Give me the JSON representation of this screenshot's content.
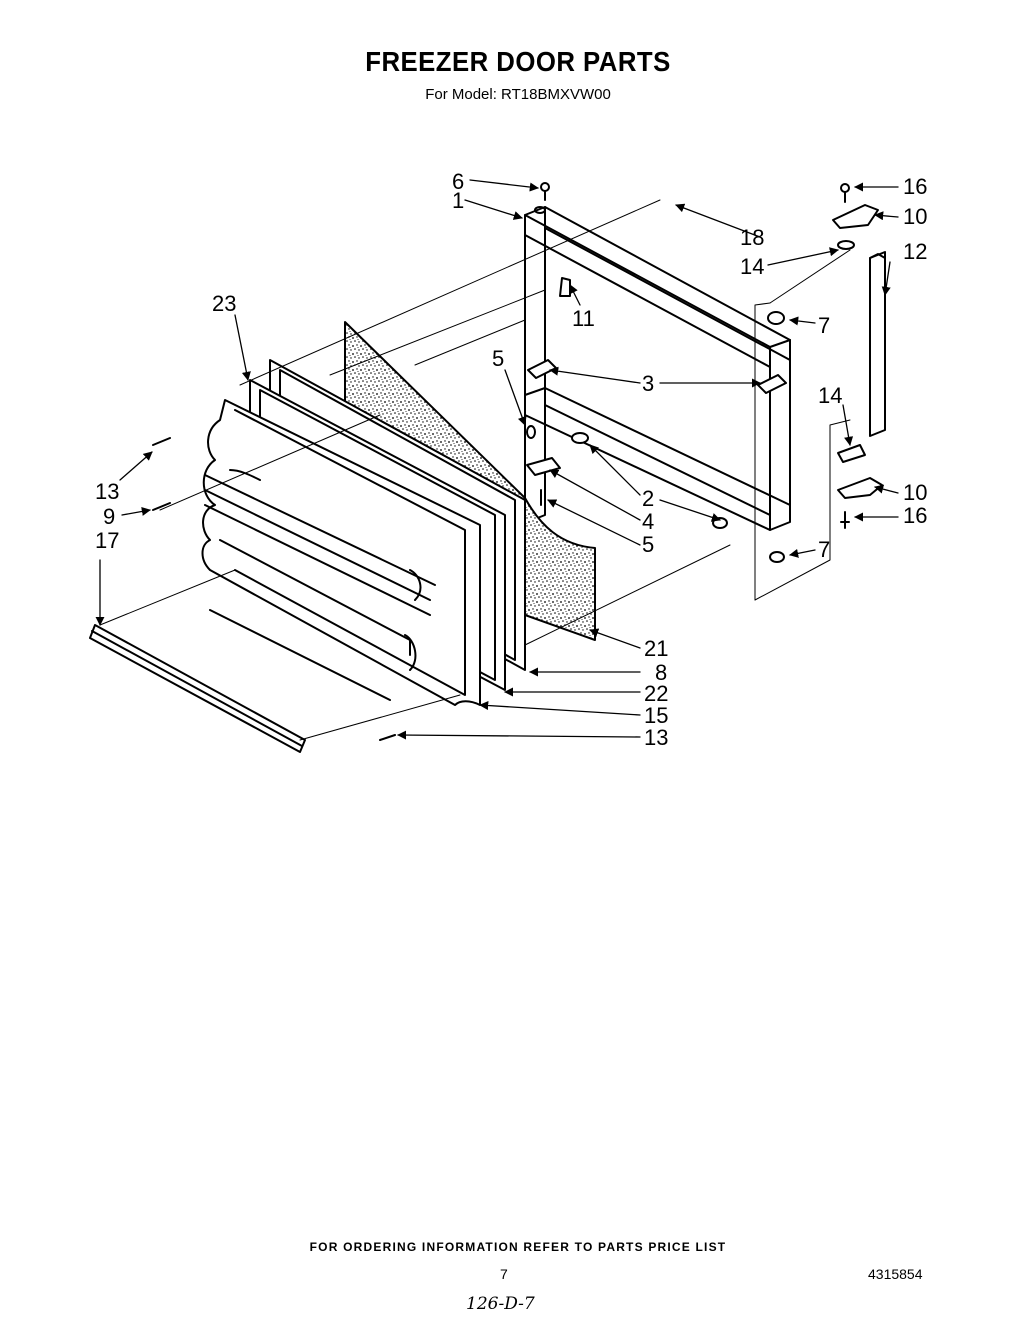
{
  "header": {
    "title": "FREEZER DOOR PARTS",
    "subtitle": "For Model: RT18BMXVW00"
  },
  "callouts": [
    "6",
    "1",
    "18",
    "16",
    "10",
    "14",
    "12",
    "11",
    "7",
    "23",
    "5",
    "3",
    "14",
    "13",
    "2",
    "10",
    "9",
    "4",
    "16",
    "17",
    "5",
    "7",
    "21",
    "8",
    "22",
    "15",
    "13"
  ],
  "footer": {
    "note": "FOR ORDERING INFORMATION REFER TO PARTS PRICE LIST",
    "page_number": "7",
    "doc_number": "4315854",
    "handwritten": "126-D-7"
  }
}
